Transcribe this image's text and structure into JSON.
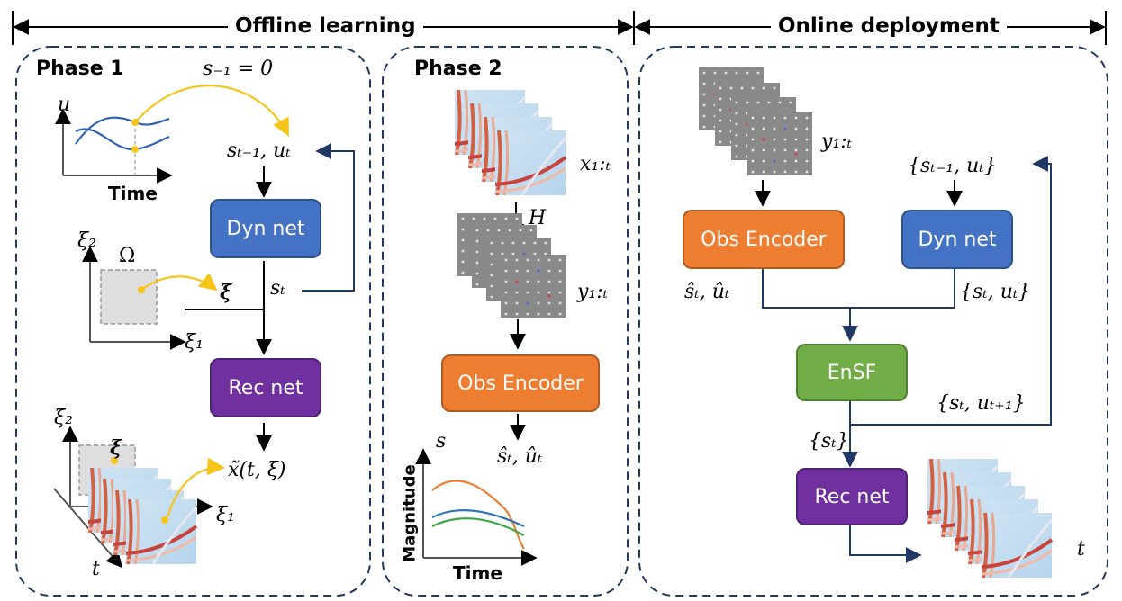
{
  "sections": {
    "offline": "Offline learning",
    "online": "Online deployment"
  },
  "phase1": {
    "title": "Phase 1",
    "init": "s₋₁ = 0",
    "u_axis": "u",
    "time_axis": "Time",
    "input": "sₜ₋₁, uₜ",
    "dyn_net": "Dyn net",
    "state": "sₜ",
    "omega": "Ω",
    "xi": "ξ",
    "xi1": "ξ₁",
    "xi2": "ξ₂",
    "rec_net": "Rec net",
    "output": "x̃(t, ξ)",
    "xi1b": "ξ₁",
    "xi2b": "ξ₂",
    "xi_b": "ξ",
    "t_axis": "t"
  },
  "phase2": {
    "title": "Phase 2",
    "x_seq": "x₁:ₜ",
    "H": "H",
    "y_seq": "y₁:ₜ",
    "obs_encoder": "Obs Encoder",
    "estimate": "ŝₜ, ûₜ",
    "plot": {
      "s_label": "s",
      "magnitude": "Magnitude",
      "time": "Time"
    }
  },
  "online": {
    "y_seq": "y₁:ₜ",
    "dyn_input": "{sₜ₋₁, uₜ}",
    "obs_encoder": "Obs Encoder",
    "dyn_net": "Dyn net",
    "enc_out": "ŝₜ, ûₜ",
    "dyn_out": "{sₜ, uₜ}",
    "ensf": "EnSF",
    "feedback": "{sₜ, uₜ₊₁}",
    "state_set": "{sₜ}",
    "rec_net": "Rec net",
    "t_label": "t"
  },
  "colors": {
    "dyn_net": "#4472c4",
    "rec_net": "#7030a0",
    "obs_encoder": "#ed7d31",
    "ensf": "#70ad47",
    "arrow_dark": "#1f3864",
    "highlight": "#f5c518",
    "panel_border": "#1f3864"
  }
}
